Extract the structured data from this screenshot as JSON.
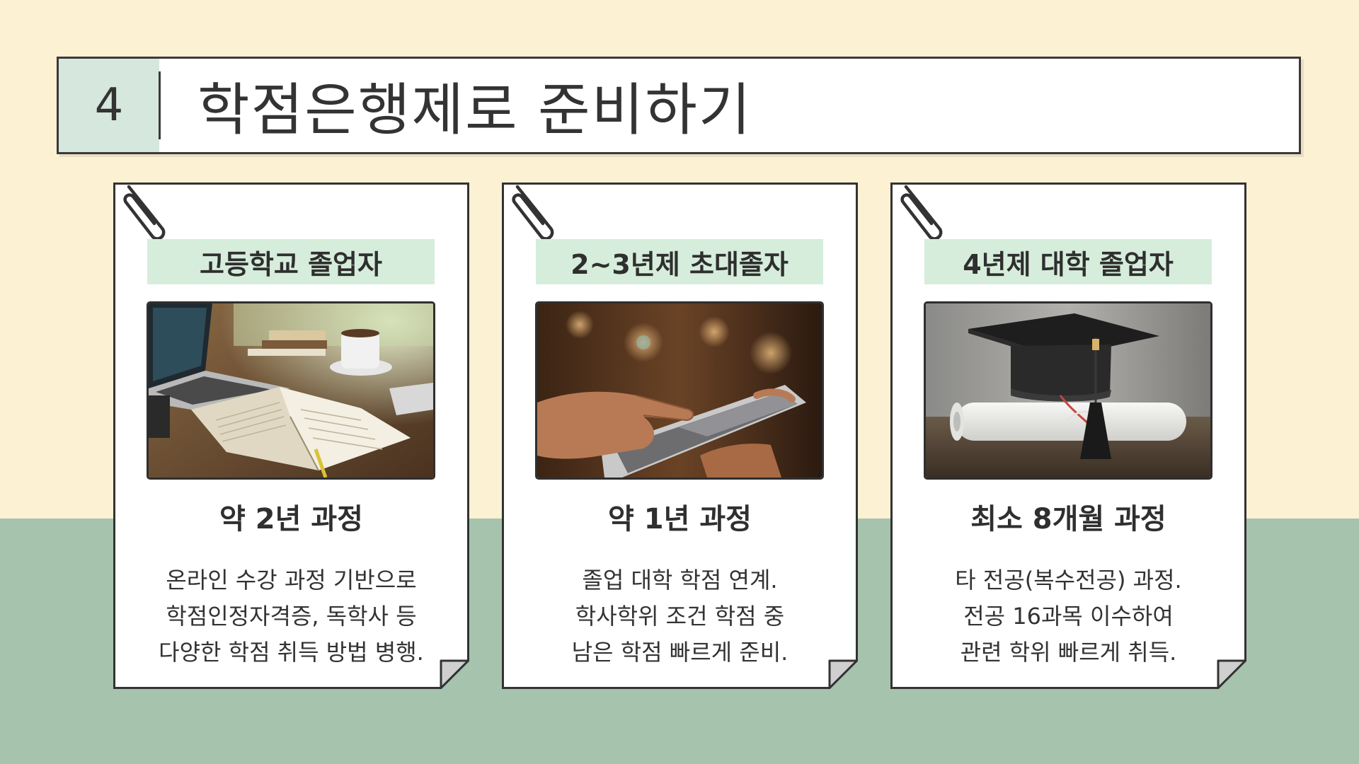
{
  "title": {
    "number": "4",
    "text": "학점은행제로 준비하기"
  },
  "cards": [
    {
      "label": "고등학교 졸업자",
      "image": "laptop-book-desk-photo",
      "heading": "약 2년 과정",
      "lines": [
        "온라인 수강 과정 기반으로",
        "학점인정자격증, 독학사 등",
        "다양한 학점 취득 방법 병행."
      ]
    },
    {
      "label": "2~3년제 초대졸자",
      "image": "tablet-hand-photo",
      "heading": "약 1년 과정",
      "lines": [
        "졸업 대학 학점 연계.",
        "학사학위 조건 학점 중",
        "남은 학점 빠르게 준비."
      ]
    },
    {
      "label": "4년제 대학 졸업자",
      "image": "graduation-cap-diploma-photo",
      "heading": "최소 8개월 과정",
      "lines": [
        "타 전공(복수전공) 과정.",
        "전공 16과목 이수하여",
        "관련 학위 빠르게 취득."
      ]
    }
  ],
  "colors": {
    "background_top": "#fdf1d3",
    "background_bottom": "#a6c3ae",
    "label_fill": "#d6eddc",
    "title_number_fill": "#d6e7dd"
  }
}
